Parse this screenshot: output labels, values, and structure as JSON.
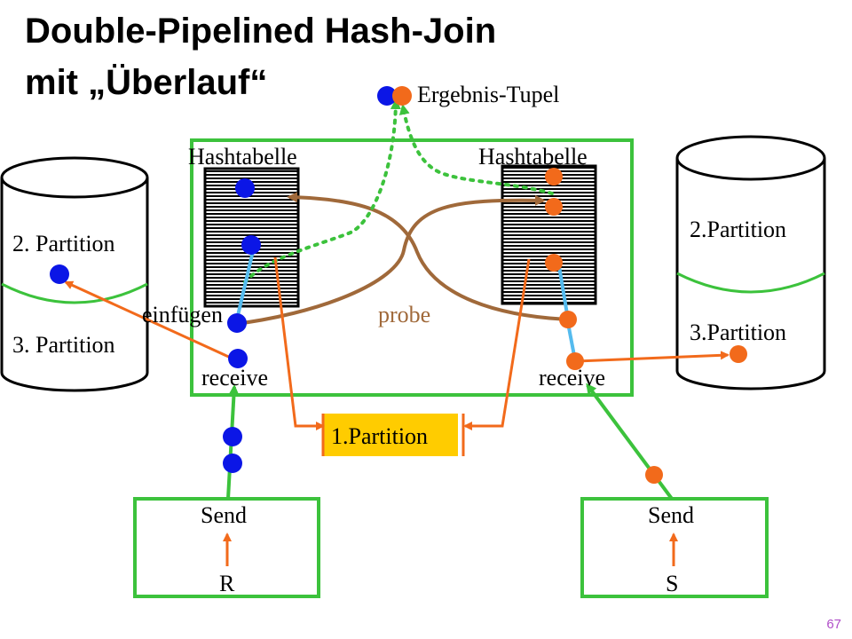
{
  "title": {
    "line1": "Double-Pipelined Hash-Join",
    "line2": "mit „Überlauf“"
  },
  "labels": {
    "result": "Ergebnis-Tupel",
    "hashtable_left": "Hashtabelle",
    "hashtable_right": "Hashtabelle",
    "insert": "einfügen",
    "probe": "probe",
    "receive_left": "receive",
    "receive_right": "receive",
    "partition1": "1.Partition",
    "left_disk_top": "2. Partition",
    "left_disk_bottom": "3. Partition",
    "right_disk_top": "2.Partition",
    "right_disk_bottom": "3.Partition",
    "send_left": "Send",
    "send_right": "Send",
    "relation_r": "R",
    "relation_s": "S"
  },
  "page_number": "67",
  "colors": {
    "blue_tuple": "#0b16e6",
    "orange_tuple": "#f26a1b",
    "green_box": "#3cc23c",
    "probe_brown": "#a0693a",
    "partition_fill": "#ffcc00",
    "light_blue": "#55bbee"
  }
}
